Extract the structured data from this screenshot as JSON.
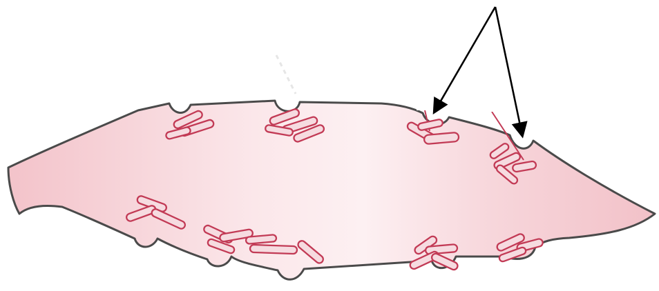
{
  "diagram": {
    "subject": "cell-with-surface-indentations",
    "colors": {
      "background": "#ffffff",
      "cell_fill": "#f6cfd4",
      "cell_fill_light": "#fbe8ea",
      "cell_outline": "#4a4a4a",
      "organelle_outline": "#c23a55",
      "organelle_fill": "#f2d7dc",
      "pointer_line": "#c23a55",
      "arrow": "#000000"
    },
    "arrows": {
      "count": 2,
      "points_to": "surface-indentations-with-attached-fibers"
    }
  }
}
